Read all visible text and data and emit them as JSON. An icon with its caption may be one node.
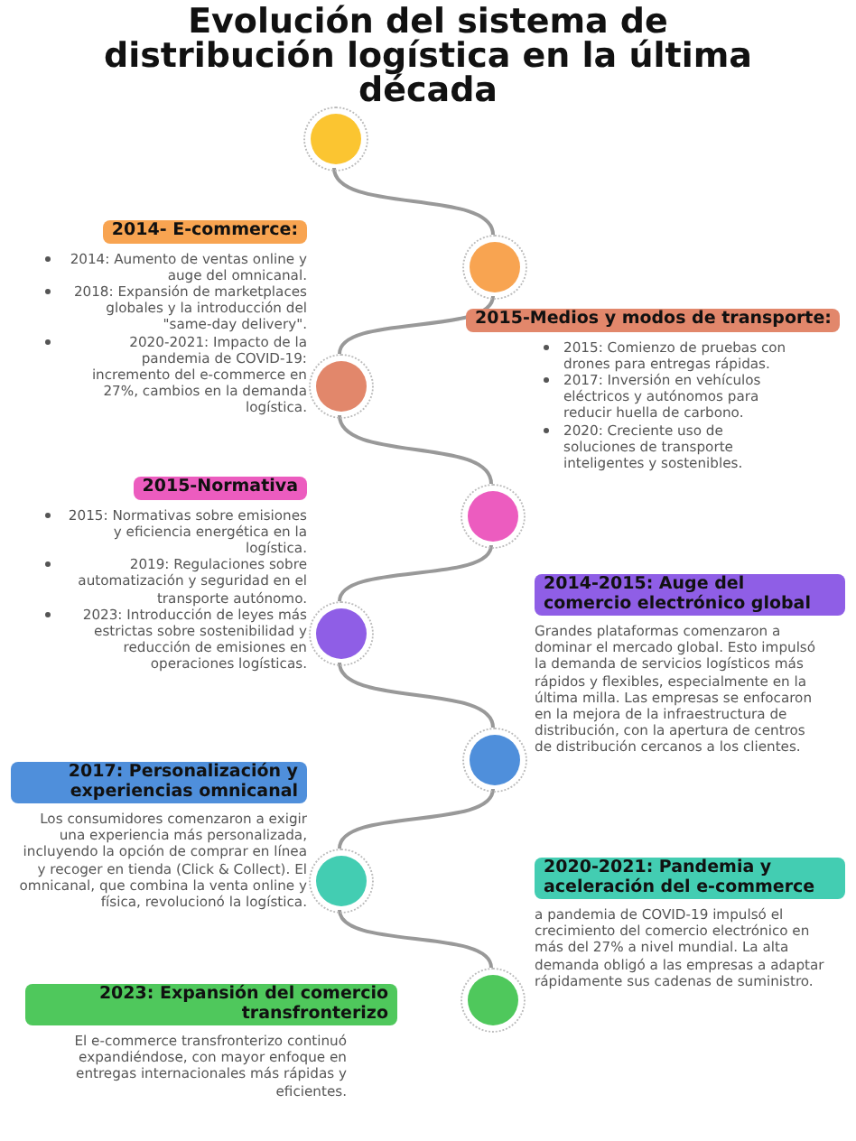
{
  "diagram": {
    "title": "Evolución del sistema de distribución logística en la última década",
    "nodes": [
      {
        "text": [
          "2014- E-commerce:",
          "2014: Aumento de ventas online y auge del omnicanal.",
          "2018: Expansión de marketplaces globales y la introducción del \"same-day delivery\".",
          "2020-2021: Impacto de la pandemia de COVID-19: incremento del e-commerce en 27%, cambios en la demanda logística."
        ]
      },
      {
        "text": [
          "2015-Medios y modos de transporte:",
          "2015: Comienzo de pruebas con drones para entregas rápidas.",
          "2017: Inversión en vehículos eléctricos y autónomos para reducir huella de carbono.",
          "2020: Creciente uso de soluciones de transporte inteligentes y sostenibles."
        ]
      },
      {
        "text": [
          "2015-Normativa",
          "2015: Normativas sobre emisiones y eficiencia energética en la logística.",
          "2019: Regulaciones sobre automatización y seguridad en el transporte autónomo.",
          "2023: Introducción de leyes más estrictas sobre sostenibilidad y reducción de emisiones en operaciones logísticas."
        ]
      },
      {
        "text": [
          "2014-2015: Auge del comercio electrónico global",
          "Grandes plataformas comenzaron a dominar el mercado global. Esto impulsó la demanda de servicios logísticos más rápidos y flexibles, especialmente en la última milla. Las empresas se enfocaron en la mejora de la infraestructura de distribución, con la apertura de centros de distribución cercanos a los clientes."
        ]
      },
      {
        "text": [
          "2017: Personalización y experiencias omnicanal",
          "Los consumidores comenzaron a exigir una experiencia más personalizada, incluyendo la opción de comprar en línea y recoger en tienda (Click & Collect). El omnicanal, que combina la venta online y física, revolucionó la logística."
        ]
      },
      {
        "text": [
          "2020-2021: Pandemia y aceleración del e-commerce",
          "a pandemia de COVID-19 impulsó el crecimiento del comercio electrónico en más del 27% a nivel mundial. La alta demanda obligó a las empresas a adaptar rápidamente sus cadenas de suministro."
        ]
      },
      {
        "text": [
          "2023: Expansión del comercio transfronterizo",
          "El e-commerce transfronterizo continuó expandiéndose, con mayor enfoque en entregas internacionales más rápidas y eficientes."
        ]
      },
      {
        "text": [],
        "shape": "circle"
      },
      {
        "text": [],
        "shape": "circle"
      },
      {
        "text": [],
        "shape": "circle"
      },
      {
        "text": [],
        "shape": "circle"
      },
      {
        "text": [],
        "shape": "circle"
      },
      {
        "text": [],
        "shape": "circle"
      },
      {
        "text": [],
        "shape": "circle"
      },
      {
        "text": [],
        "shape": "circle"
      }
    ],
    "edges": [
      {
        "from": 7,
        "to": 8,
        "arrow": "none"
      },
      {
        "from": 8,
        "to": 9,
        "arrow": "none"
      },
      {
        "from": 9,
        "to": 10,
        "arrow": "none"
      },
      {
        "from": 10,
        "to": 11,
        "arrow": "none"
      },
      {
        "from": 11,
        "to": 12,
        "arrow": "none"
      },
      {
        "from": 12,
        "to": 13,
        "arrow": "none"
      },
      {
        "from": 13,
        "to": 14,
        "arrow": "none"
      }
    ]
  }
}
